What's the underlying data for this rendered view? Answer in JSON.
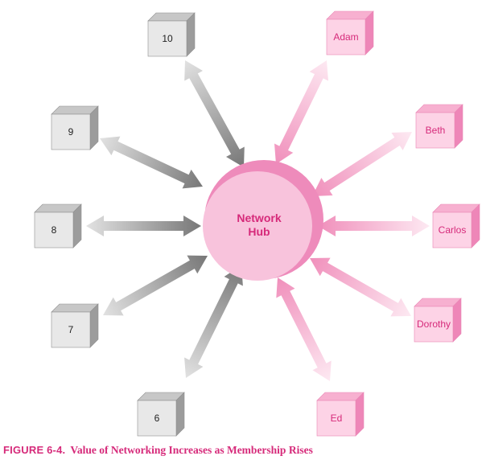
{
  "hub": {
    "line1": "Network",
    "line2": "Hub"
  },
  "gray_nodes": [
    "10",
    "9",
    "8",
    "7",
    "6"
  ],
  "pink_nodes": [
    "Adam",
    "Beth",
    "Carlos",
    "Dorothy",
    "Ed"
  ],
  "caption": {
    "label": "FIGURE 6-4.",
    "text": "Value of Networking Increases as Membership Rises"
  },
  "colors": {
    "accent_pink": "#d62a7a",
    "hub_fill": "#f8c3dc",
    "pink_box_front": "#fdd3e6",
    "gray_box_front": "#e8e8e8",
    "gray_arrow": "#888888",
    "pink_arrow": "#f08fbb"
  }
}
